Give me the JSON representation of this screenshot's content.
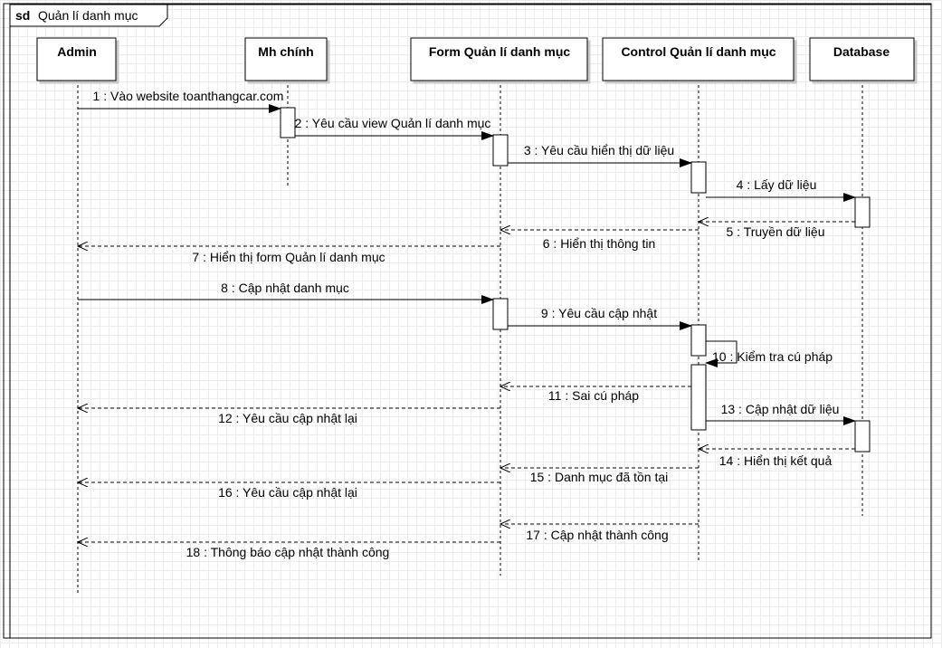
{
  "frame": {
    "keyword": "sd",
    "title": "Quản lí danh mục"
  },
  "lifelines": [
    {
      "name": "Admin"
    },
    {
      "name": "Mh chính"
    },
    {
      "name": "Form Quản lí danh mục"
    },
    {
      "name": "Control Quản lí danh mục"
    },
    {
      "name": "Database"
    }
  ],
  "messages": [
    {
      "label": "1 : Vào website toanthangcar.com",
      "kind": "sync"
    },
    {
      "label": "2 : Yêu cầu view Quản lí danh mục",
      "kind": "sync"
    },
    {
      "label": "3 : Yêu cầu hiển thị dữ liệu",
      "kind": "sync"
    },
    {
      "label": "4 : Lấy dữ liệu",
      "kind": "sync"
    },
    {
      "label": "5 : Truyền dữ liệu",
      "kind": "return"
    },
    {
      "label": "6 : Hiển thị thông tin",
      "kind": "return"
    },
    {
      "label": "7 : Hiển thị form Quản lí danh mục",
      "kind": "return"
    },
    {
      "label": "8 : Cập nhật danh mục",
      "kind": "sync"
    },
    {
      "label": "9 : Yêu cầu cập nhật",
      "kind": "sync"
    },
    {
      "label": "10 : Kiểm tra cú pháp",
      "kind": "self"
    },
    {
      "label": "11 : Sai cú pháp",
      "kind": "return"
    },
    {
      "label": "12 : Yêu cầu cập nhật lại",
      "kind": "return"
    },
    {
      "label": "13 : Cập nhật dữ liệu",
      "kind": "sync"
    },
    {
      "label": "14 : Hiển thị kết quả",
      "kind": "return"
    },
    {
      "label": "15 : Danh mục đã tồn tại",
      "kind": "return"
    },
    {
      "label": "16 : Yêu cầu cập nhật lại",
      "kind": "return"
    },
    {
      "label": "17 : Cập nhật thành công",
      "kind": "return"
    },
    {
      "label": "18 : Thông báo cập nhật thành công",
      "kind": "return"
    }
  ]
}
